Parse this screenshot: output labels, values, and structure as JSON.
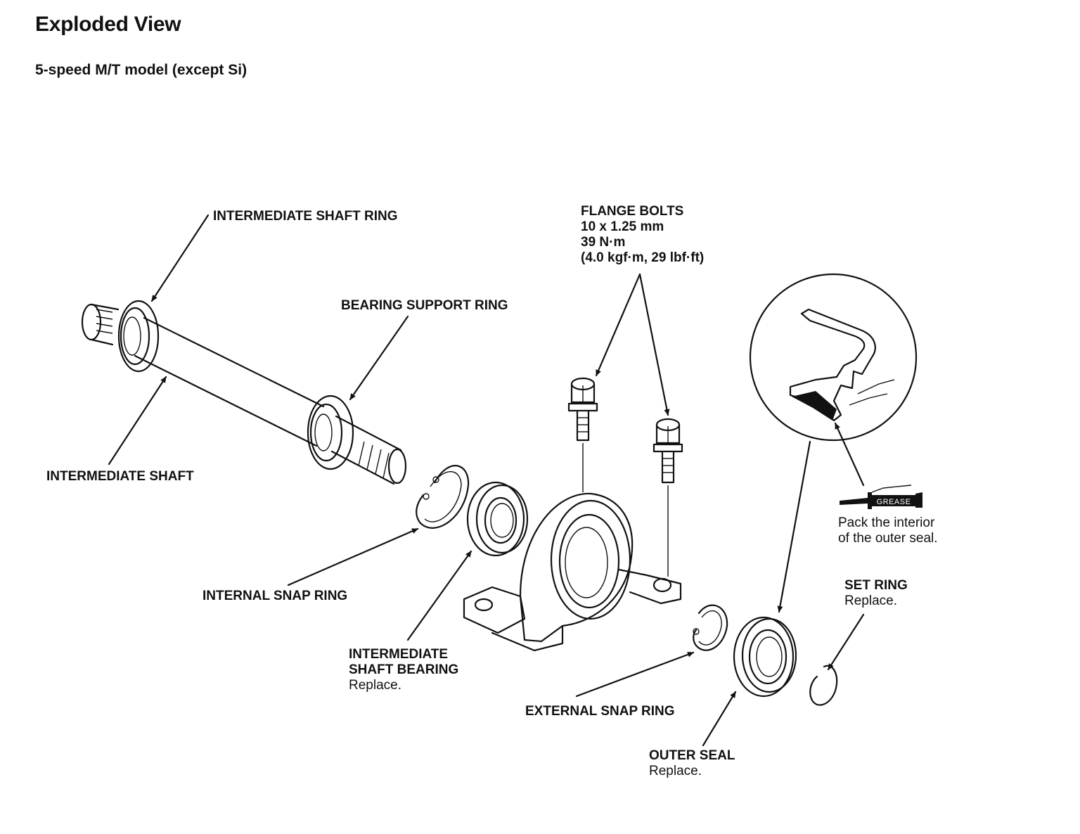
{
  "page": {
    "title": "Exploded View",
    "subtitle": "5-speed M/T model (except Si)"
  },
  "callouts": {
    "intermediate_shaft_ring": "INTERMEDIATE SHAFT RING",
    "bearing_support_ring": "BEARING SUPPORT RING",
    "intermediate_shaft": "INTERMEDIATE SHAFT",
    "flange_bolts": {
      "label": "FLANGE BOLTS",
      "size": "10 x 1.25 mm",
      "torque": "39 N·m",
      "torque_alt": "(4.0 kgf·m, 29 lbf·ft)"
    },
    "internal_snap_ring": "INTERNAL SNAP RING",
    "intermediate_shaft_bearing": {
      "line1": "INTERMEDIATE",
      "line2": "SHAFT BEARING",
      "note": "Replace."
    },
    "external_snap_ring": "EXTERNAL SNAP RING",
    "outer_seal": {
      "label": "OUTER SEAL",
      "note": "Replace."
    },
    "set_ring": {
      "label": "SET RING",
      "note": "Replace."
    },
    "grease": {
      "tag": "GREASE",
      "line1": "Pack the interior",
      "line2": "of the outer seal."
    }
  }
}
